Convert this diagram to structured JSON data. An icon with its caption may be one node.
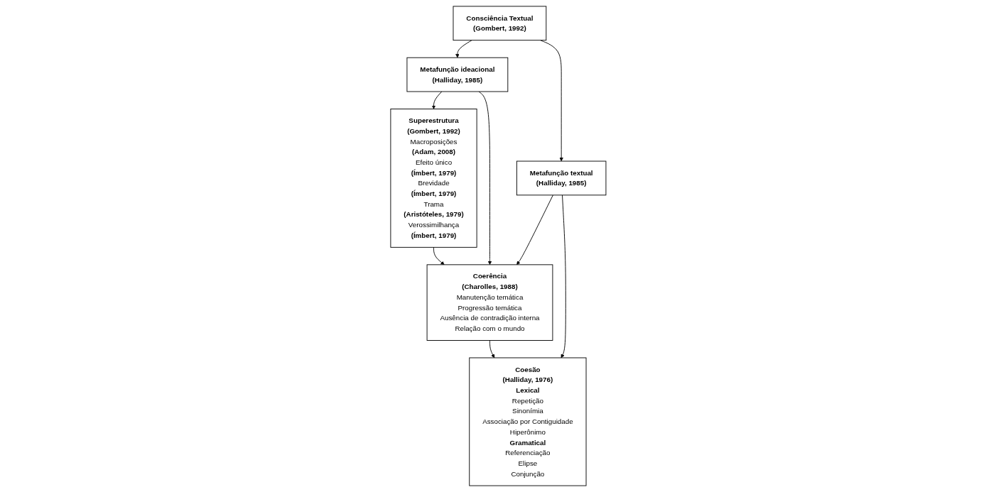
{
  "diagram": {
    "nodes": [
      {
        "text": [
          "Consciência Textual",
          "(Gombert, 1992)"
        ]
      },
      {
        "text": [
          "Metafunção ideacional",
          "(Halliday, 1985)"
        ]
      },
      {
        "text": [
          "Metafunção textual",
          "(Halliday, 1985)"
        ]
      },
      {
        "text": [
          "Superestrutura",
          "(Gombert, 1992)",
          "Macroposições",
          "(Adam, 2008)",
          "Efeito único",
          "(Ímbert, 1979)",
          "Brevidade",
          "(Ímbert, 1979)",
          "Trama",
          "(Aristóteles, 1979)",
          "Verossimilhança",
          "(Ímbert, 1979)"
        ]
      },
      {
        "text": [
          "Coerência",
          "(Charolles, 1988)",
          "Manutenção temática",
          "Progressão temática",
          "Ausência de contradição interna",
          "Relação com o mundo"
        ]
      },
      {
        "text": [
          "Coesão",
          "(Halliday, 1976)",
          "Lexical",
          "Repetição",
          "Sinonímia",
          "Associação por Contiguidade",
          "Hiperônimo",
          "Gramatical",
          "Referenciação",
          "Elipse",
          "Conjunção"
        ]
      }
    ],
    "edges": [
      {
        "from": 0,
        "to": 1,
        "arrow": "to"
      },
      {
        "from": 0,
        "to": 2,
        "arrow": "to"
      },
      {
        "from": 1,
        "to": 3,
        "arrow": "to"
      },
      {
        "from": 1,
        "to": 4,
        "arrow": "to"
      },
      {
        "from": 2,
        "to": 4,
        "arrow": "to"
      },
      {
        "from": 2,
        "to": 5,
        "arrow": "to"
      },
      {
        "from": 3,
        "to": 4,
        "arrow": "to"
      },
      {
        "from": 4,
        "to": 5,
        "arrow": "to"
      }
    ]
  }
}
